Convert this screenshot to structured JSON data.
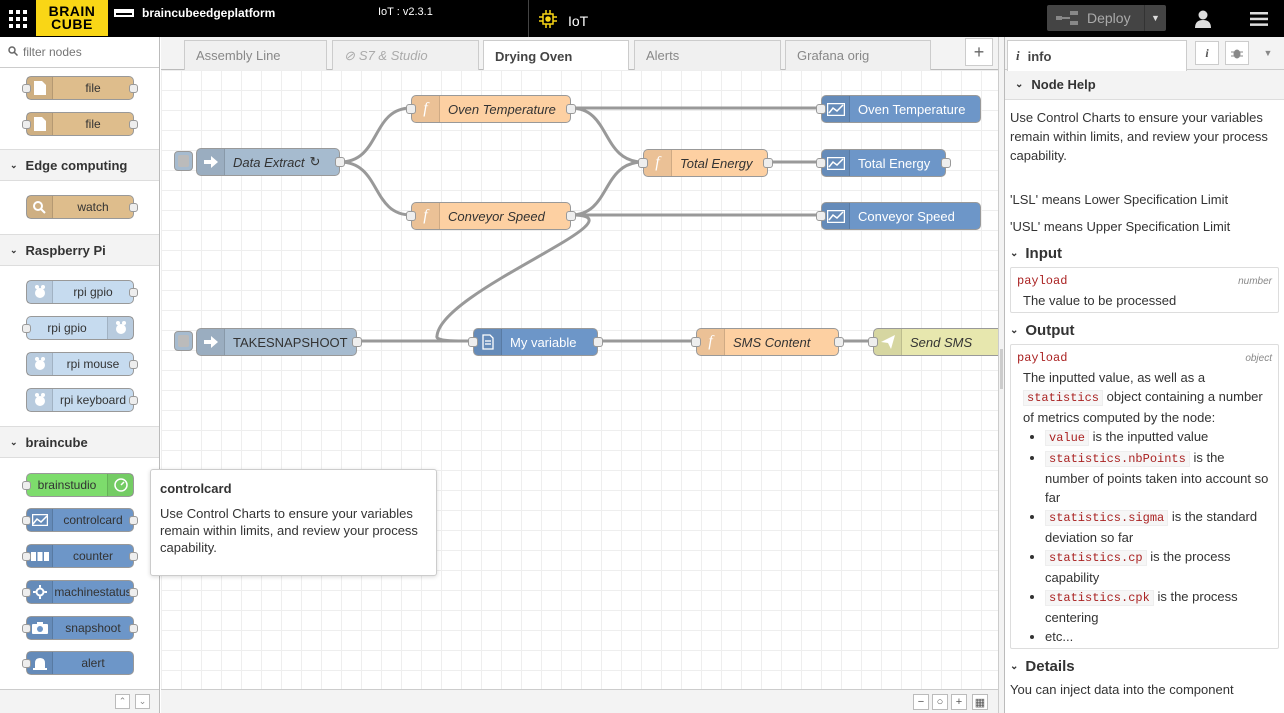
{
  "header": {
    "logo_line1": "BRAIN",
    "logo_line2": "CUBE",
    "platform": "braincubeedgeplatform",
    "version": "IoT : v2.3.1",
    "section": "IoT",
    "deploy_label": "Deploy"
  },
  "palette": {
    "filter_placeholder": "filter nodes",
    "file_nodes": [
      "file",
      "file"
    ],
    "categories": [
      {
        "label": "Edge computing",
        "nodes": [
          "watch"
        ]
      },
      {
        "label": "Raspberry Pi",
        "nodes": [
          "rpi gpio",
          "rpi gpio",
          "rpi mouse",
          "rpi keyboard"
        ]
      },
      {
        "label": "braincube",
        "nodes": [
          "brainstudio",
          "controlcard",
          "counter",
          "machinestatus",
          "snapshoot",
          "alert"
        ]
      }
    ]
  },
  "tooltip": {
    "title": "controlcard",
    "text": "Use Control Charts to ensure your variables remain within limits, and review your process capability."
  },
  "tabs": [
    {
      "label": "Assembly Line",
      "state": "normal"
    },
    {
      "label": "S7 & Studio",
      "state": "disabled"
    },
    {
      "label": "Drying Oven",
      "state": "active"
    },
    {
      "label": "Alerts",
      "state": "normal"
    },
    {
      "label": "Grafana orig",
      "state": "normal"
    }
  ],
  "flow_nodes": {
    "data_extract": "Data Extract",
    "oven_temp_fn": "Oven Temperature",
    "conveyor_speed_fn": "Conveyor Speed",
    "total_energy_fn": "Total Energy",
    "oven_temp_chart": "Oven Temperature",
    "total_energy_chart": "Total Energy",
    "conveyor_speed_chart": "Conveyor Speed",
    "take_snapshoot": "TAKESNAPSHOOT",
    "my_variable": "My variable",
    "sms_content": "SMS Content",
    "send_sms": "Send SMS"
  },
  "sidebar": {
    "tab_label": "info",
    "node_help_title": "Node Help",
    "intro": "Use Control Charts to ensure your variables remain within limits, and review your process capability.",
    "lsl": "'LSL' means Lower Specification Limit",
    "usl": "'USL' means Upper Specification Limit",
    "input_title": "Input",
    "input_name": "payload",
    "input_type": "number",
    "input_desc": "The value to be processed",
    "output_title": "Output",
    "output_name": "payload",
    "output_type": "object",
    "output_desc1": "The inputted value, as well as a",
    "output_desc_code": "statistics",
    "output_desc2": "object containing a number of metrics computed by the node:",
    "bullets": [
      {
        "code": "value",
        "text": "is the inputted value"
      },
      {
        "code": "statistics.nbPoints",
        "text": "is the number of points taken into account so far"
      },
      {
        "code": "statistics.sigma",
        "text": "is the standard deviation so far"
      },
      {
        "code": "statistics.cp",
        "text": "is the process capability"
      },
      {
        "code": "statistics.cpk",
        "text": "is the process centering"
      },
      {
        "code": "",
        "text": "etc..."
      }
    ],
    "details_title": "Details",
    "details_text": "You can inject data into the component"
  },
  "colors": {
    "function": "#fdd0a2",
    "chart": "#6d96c8",
    "inject": "#a6bbcf",
    "brand": "#f9d616"
  }
}
